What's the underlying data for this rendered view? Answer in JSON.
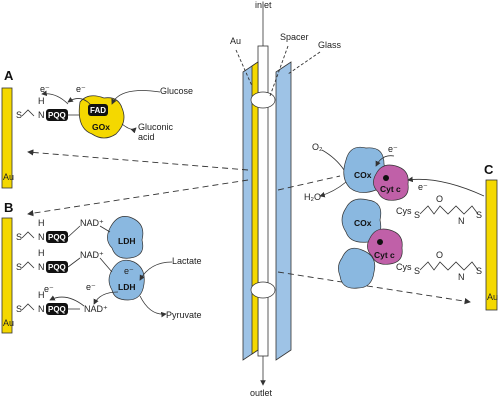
{
  "labels": {
    "inlet": "inlet",
    "outlet": "outlet",
    "au_top": "Au",
    "spacer": "Spacer",
    "glass": "Glass",
    "panel_a": "A",
    "panel_b": "B",
    "panel_c": "C",
    "glucose": "Glucose",
    "gluconic_acid": "Gluconic\nacid",
    "fad": "FAD",
    "gox": "GOx",
    "pqq": "PQQ",
    "nad": "NAD⁺",
    "ldh": "LDH",
    "lactate": "Lactate",
    "pyruvate": "Pyruvate",
    "o2": "O₂",
    "h2o": "H₂O",
    "cox": "COx",
    "cytc": "Cyt c",
    "cys": "Cys",
    "electron": "e⁻",
    "s": "S",
    "h": "H",
    "n": "N",
    "o": "O",
    "au": "Au"
  },
  "colors": {
    "gold": "#f4d800",
    "glass_blue": "#9ec3e6",
    "enzyme_blue": "#8ab8e0",
    "cytochrome_pink": "#c060a8"
  }
}
